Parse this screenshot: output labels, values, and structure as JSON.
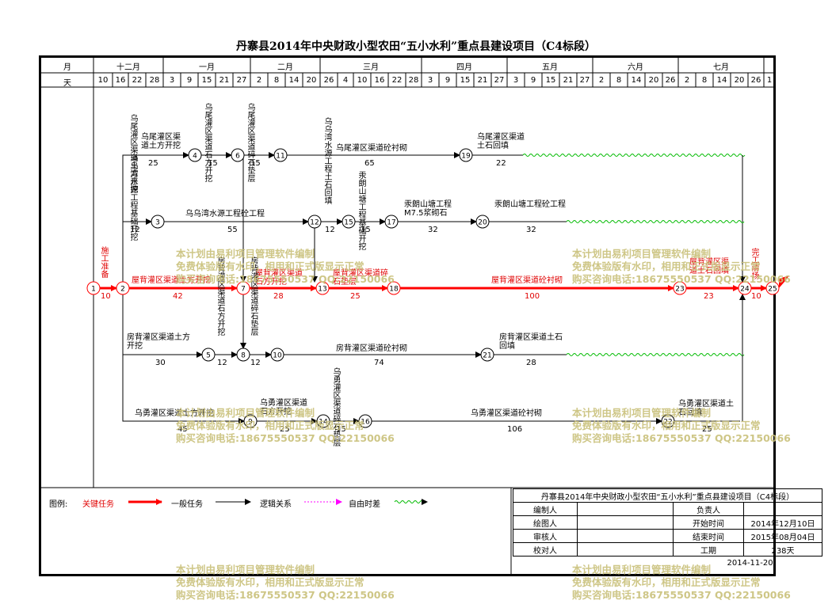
{
  "title": "丹寨县2014年中央财政小型农田“五小水利”重点县建设项目（C4标段）",
  "header": {
    "month_label": "月",
    "day_label": "天",
    "months": [
      "十二月",
      "一月",
      "二月",
      "三月",
      "四月",
      "五月",
      "六月",
      "七月"
    ],
    "days": [
      "10",
      "16",
      "22",
      "28",
      "3",
      "9",
      "15",
      "21",
      "27",
      "2",
      "8",
      "14",
      "20",
      "26",
      "4",
      "10",
      "16",
      "22",
      "28",
      "3",
      "9",
      "15",
      "21",
      "27",
      "3",
      "9",
      "15",
      "21",
      "27",
      "2",
      "8",
      "14",
      "20",
      "26",
      "2",
      "8",
      "14",
      "20",
      "26",
      "1"
    ]
  },
  "tasks": {
    "t1_2": {
      "name": "施工准备",
      "dur": "10"
    },
    "t2_7": {
      "name": "屋背灌区渠道土方开挖",
      "dur": "42"
    },
    "t7_13": {
      "name": "屋背灌区渠道石方开挖",
      "dur": "28"
    },
    "t13_18": {
      "name": "屋背灌区渠道碎石垫层",
      "dur": "25"
    },
    "t18_23": {
      "name": "屋背灌区渠道砼衬砌",
      "dur": "100"
    },
    "t23_24": {
      "name": "屋背灌区渠道土石回填",
      "dur": "23"
    },
    "t24_25": {
      "name": "完工清场",
      "dur": "10"
    },
    "t2_4": {
      "name": "乌尾灌区渠道土方开挖",
      "dur": "25"
    },
    "t4_6": {
      "name": "乌尾灌区渠道石方开挖",
      "dur": "15"
    },
    "t6_11": {
      "name": "乌尾灌区渠道碎石垫层",
      "dur": "15"
    },
    "t11_19": {
      "name": "乌尾灌区渠道砼衬砌",
      "dur": "65"
    },
    "t19_24": {
      "name": "乌尾灌区渠道土石回填",
      "dur": "22"
    },
    "t2_3": {
      "name": "乌乌湾水源工程基础开挖",
      "dur": "12"
    },
    "t3_12": {
      "name": "乌乌湾水源工程砼工程",
      "dur": "55"
    },
    "t12_15": {
      "name": "乌乌湾水源工程土石回填",
      "dur": "12"
    },
    "t15_17": {
      "name": "汞朗山塘工程基础开挖",
      "dur": "15"
    },
    "t17_20": {
      "name": "汞朗山塘工程M7.5浆砌石",
      "dur": "32"
    },
    "t20_24": {
      "name": "汞朗山塘工程砼工程",
      "dur": "32"
    },
    "t2_5": {
      "name": "房背灌区渠道土方开挖",
      "dur": "30"
    },
    "t5_8": {
      "name": "房背灌区渠道石方开挖",
      "dur": "12"
    },
    "t8_10": {
      "name": "房背灌区渠道碎石垫层",
      "dur": "12"
    },
    "t10_21": {
      "name": "房背灌区渠道砼衬砌",
      "dur": "74"
    },
    "t21_24": {
      "name": "房背灌区渠道土石回填",
      "dur": "28"
    },
    "t2_9": {
      "name": "乌勇灌区渠道土方开挖",
      "dur": "45"
    },
    "t9_14": {
      "name": "乌勇灌区渠道石方开挖",
      "dur": "25"
    },
    "t14_16": {
      "name": "乌勇灌区渠道碎石垫层",
      "dur": "15"
    },
    "t16_22": {
      "name": "乌勇灌区渠道砼衬砌",
      "dur": "106"
    },
    "t22_24": {
      "name": "乌勇灌区渠道土石回填",
      "dur": "25"
    }
  },
  "nodes": [
    "1",
    "2",
    "3",
    "4",
    "5",
    "6",
    "7",
    "8",
    "9",
    "10",
    "11",
    "12",
    "13",
    "14",
    "15",
    "16",
    "17",
    "18",
    "19",
    "20",
    "21",
    "22",
    "23",
    "24",
    "25"
  ],
  "legend": {
    "prefix": "图例:",
    "critical": "关键任务",
    "normal": "一般任务",
    "logic": "逻辑关系",
    "float": "自由时差"
  },
  "info": {
    "project": "丹寨县2014年中央财政小型农田“五小水利”重点县建设项目（C4标段）",
    "editor_label": "编制人",
    "editor": "",
    "owner_label": "负责人",
    "owner": "",
    "drawer_label": "绘图人",
    "drawer": "",
    "start_label": "开始时间",
    "start": "2014年12月10日",
    "reviewer_label": "审核人",
    "reviewer": "",
    "end_label": "结束时间",
    "end": "2015年08月04日",
    "checker_label": "校对人",
    "checker": "",
    "duration_label": "工期",
    "duration": "238天",
    "date": "2014-11-20"
  },
  "watermark": {
    "line1": "本计划由易利项目管理软件编制",
    "line2": "免费体验版有水印，相用和正式版显示正常",
    "line3": "购买咨询电话:18675550537 QQ:22150066"
  },
  "colors": {
    "critical": "#ff0000",
    "normal": "#000000",
    "float": "#00bb00",
    "logic": "#ff00ff",
    "watermark": "#c9c07a"
  }
}
